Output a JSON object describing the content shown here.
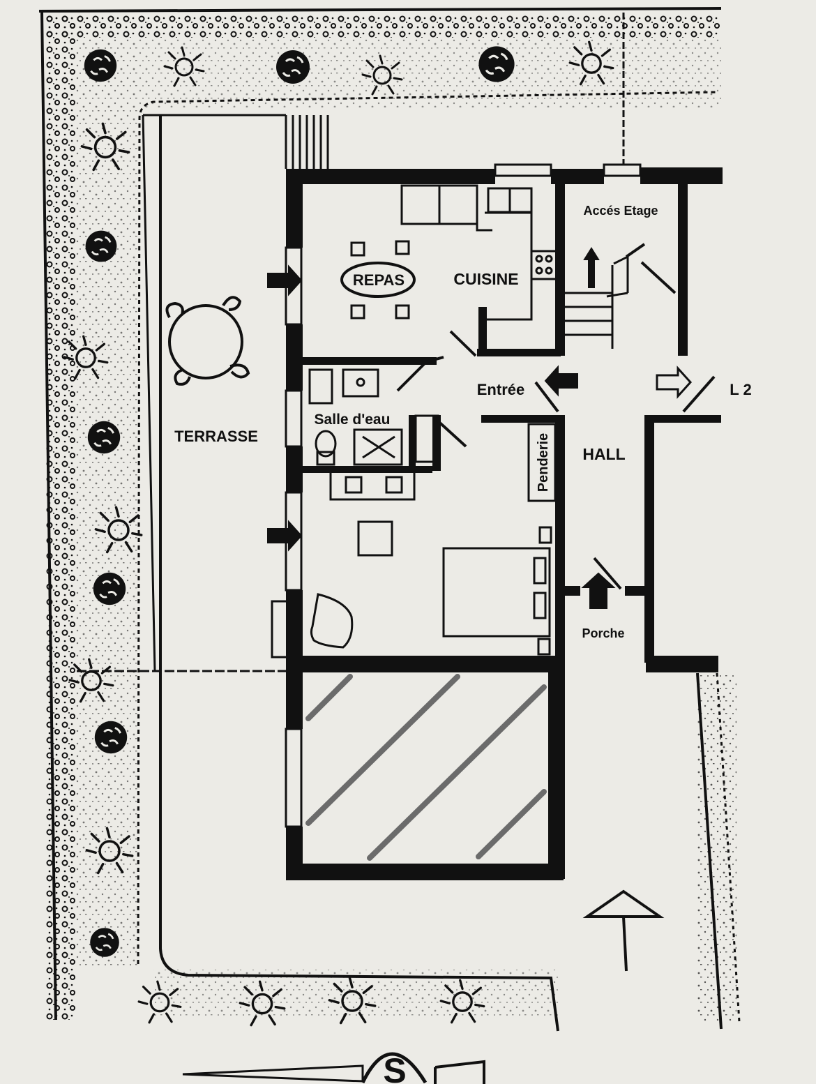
{
  "labels": {
    "repas": "REPAS",
    "cuisine": "CUISINE",
    "acces_etage": "Accés Etage",
    "entree": "Entrée",
    "l2": "L 2",
    "salle_deau": "Salle d'eau",
    "terrasse": "TERRASSE",
    "penderie": "Penderie",
    "hall": "HALL",
    "porche": "Porche",
    "compass": "S"
  },
  "colors": {
    "paper": "#ecebe6",
    "ink": "#111111",
    "hatch": "#6b6b6b"
  },
  "icons": [
    "shrub-icon",
    "flower-icon",
    "arrow-icon",
    "door-swing-icon",
    "compass-icon",
    "parasol-icon"
  ]
}
